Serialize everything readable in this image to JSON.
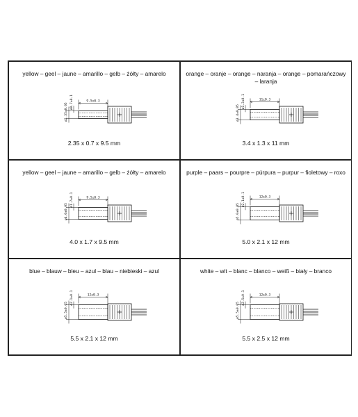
{
  "panels": [
    {
      "color": "yellow",
      "title": "yellow – geel – jaune – amarillo – gelb – żółty – amarelo",
      "dims": "2.35 x 0.7 x 9.5 mm",
      "len_label": "9.5±0.3",
      "outer_label": "ø2.35±0.05",
      "inner_label": "ø0.7±0.1"
    },
    {
      "color": "orange",
      "title": "orange – oranje – orange – naranja – orange – pomarańczowy – laranja",
      "dims": "3.4 x 1.3 x 11 mm",
      "len_label": "11±0.3",
      "outer_label": "ø3.4±0.05",
      "inner_label": "ø1.3±0.1"
    },
    {
      "color": "yellow",
      "title": "yellow – geel – jaune – amarillo – gelb – żółty – amarelo",
      "dims": "4.0 x 1.7 x 9.5 mm",
      "len_label": "9.5±0.3",
      "outer_label": "ø4.0±0.05",
      "inner_label": "ø1.7±0.1"
    },
    {
      "color": "purple",
      "title": "purple – paars – pourpre – púrpura – purpur – fioletowy – roxo",
      "dims": "5.0 x 2.1 x 12 mm",
      "len_label": "12±0.3",
      "outer_label": "ø5.0±0.05",
      "inner_label": "ø2.1±0.1"
    },
    {
      "color": "blue",
      "title": "blue – blauw – bleu – azul – blau – niebieski – azul",
      "dims": "5.5 x 2.1 x 12 mm",
      "len_label": "12±0.3",
      "outer_label": "ø5.5±0.05",
      "inner_label": "ø2.1±0.1"
    },
    {
      "color": "white",
      "title": "white – wit – blanc – blanco – weiß – biały – branco",
      "dims": "5.5 x 2.5 x 12 mm",
      "len_label": "12±0.3",
      "outer_label": "ø5.5±0.05",
      "inner_label": "ø2.5±0.1"
    }
  ]
}
